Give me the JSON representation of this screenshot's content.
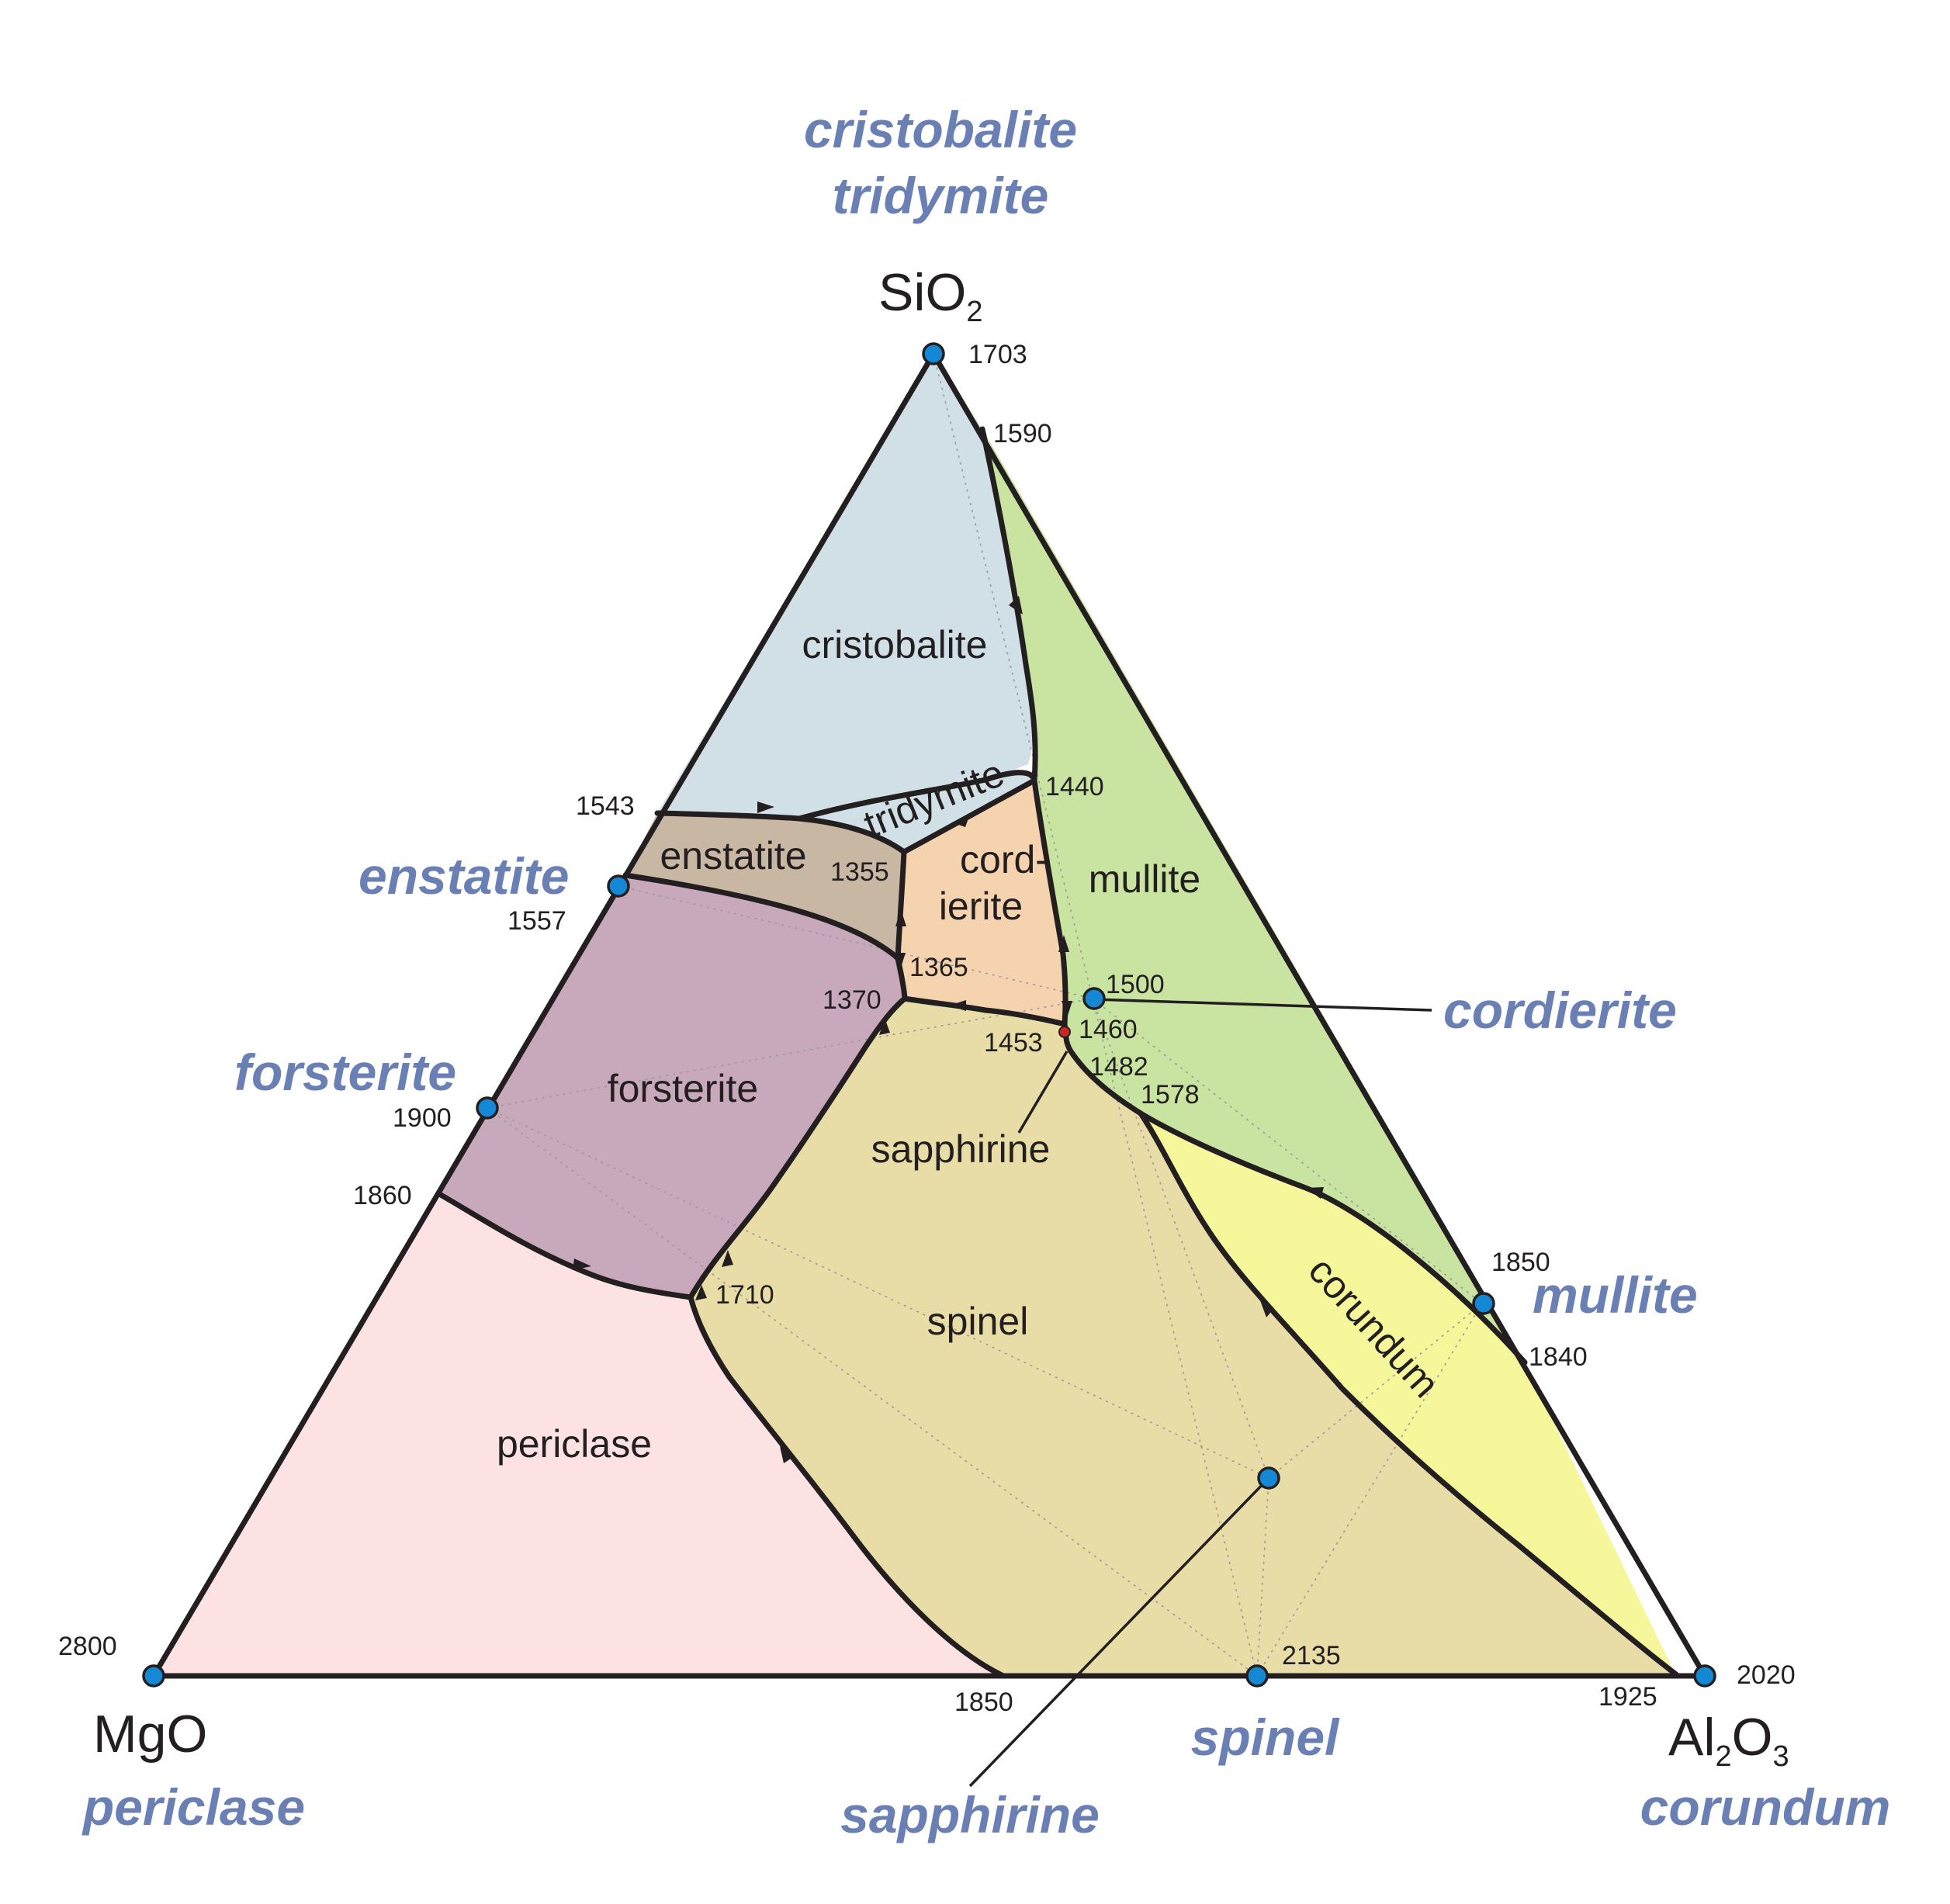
{
  "colors": {
    "cristobalite_field": "#d1dfe6",
    "tridymite_field": "#d1dfe6",
    "enstatite_field": "#c8b7a2",
    "cordierite_field": "#f5d3ae",
    "mullite_field": "#c9e3a0",
    "forsterite_field": "#c8a9bb",
    "periclase_field": "#fce2e3",
    "spinel_field": "#e8dda6",
    "corundum_field": "#f6f69b",
    "phase_label": "#6a80b4",
    "compound_point": "#1488d4"
  },
  "components": {
    "top": {
      "text": "SiO",
      "sub": "2"
    },
    "left": {
      "text": "MgO"
    },
    "right": {
      "a": "Al",
      "sub1": "2",
      "b": "O",
      "sub2": "3"
    }
  },
  "fields": {
    "cristobalite": "cristobalite",
    "tridymite": "tridymite",
    "enstatite": "enstatite",
    "cordierite_1": "cord-",
    "cordierite_2": "ierite",
    "mullite": "mullite",
    "forsterite": "forsterite",
    "sapphirine": "sapphirine",
    "spinel": "spinel",
    "periclase": "periclase",
    "corundum": "corundum"
  },
  "phases": {
    "cristobalite": "cristobalite",
    "tridymite": "tridymite",
    "enstatite": "enstatite",
    "forsterite": "forsterite",
    "cordierite": "cordierite",
    "mullite": "mullite",
    "spinel": "spinel",
    "sapphirine": "sapphirine",
    "periclase": "periclase",
    "corundum": "corundum"
  },
  "temperatures": {
    "t1703": "1703",
    "t1590": "1590",
    "t1543": "1543",
    "t1557": "1557",
    "t1440": "1440",
    "t1355": "1355",
    "t1365": "1365",
    "t1370": "1370",
    "t1500": "1500",
    "t1453": "1453",
    "t1460": "1460",
    "t1482": "1482",
    "t1578": "1578",
    "t1900": "1900",
    "t1860": "1860",
    "t1710": "1710",
    "t1850_mullite": "1850",
    "t1840": "1840",
    "t2800": "2800",
    "t1850_base": "1850",
    "t2135": "2135",
    "t1925": "1925",
    "t2020": "2020"
  }
}
